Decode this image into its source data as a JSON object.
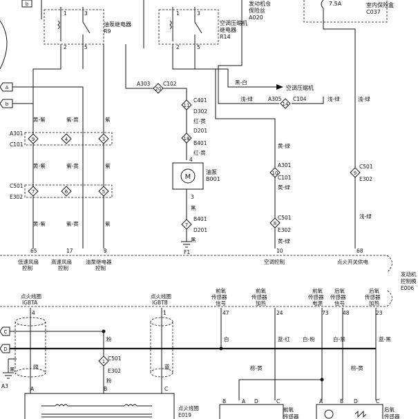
{
  "relays": [
    {
      "name": "油泵继电器",
      "id": "R9",
      "pins": [
        "1",
        "3",
        "2",
        "5"
      ]
    },
    {
      "name_lines": [
        "空调压缩机",
        "继电器"
      ],
      "id": "R14",
      "pins": [
        "1",
        "3",
        "2",
        "5"
      ]
    }
  ],
  "fuses": [
    {
      "name_lines": [
        "发动机仓",
        "保险丝"
      ],
      "id": "A020"
    },
    {
      "rating": "7.5A",
      "name": "室内保险盒",
      "id": "C037"
    }
  ],
  "refs": [
    "b",
    "A",
    "B",
    "C",
    "D"
  ],
  "wires": {
    "w1": "黄-紫",
    "w2": "紫-黄",
    "w3": "紫",
    "w4": "黑-白",
    "w5": "浅-绿",
    "w6": "浅-绿",
    "w7": "浅-绿",
    "w8": "红-黄",
    "w9": "红-黄",
    "w10": "黑",
    "w11": "黑",
    "w12": "黄-绿",
    "w13": "黄-绿",
    "w14": "黄-绿",
    "w15": "黄-紫",
    "w16": "紫-黄",
    "w17": "紫",
    "w18": "黄-紫",
    "w19": "紫-黄",
    "w20": "紫"
  },
  "connectors": {
    "c_a301": "A301",
    "c_c101": "C101",
    "c_c501a": "C501",
    "c_e302a": "E302",
    "c_a303": "A303",
    "c_c102": "C102",
    "c_c401": "C401",
    "c_d302": "D302",
    "c_d201a": "D201",
    "c_b401a": "B401",
    "c_b401b": "B401",
    "c_d201b": "D201",
    "c_a305": "A305",
    "c_c104": "C104",
    "c_a301b": "A301",
    "c_c101b": "C101",
    "c_c501b": "C501",
    "c_e302b": "E302",
    "c_c501c": "C501",
    "c_e302c": "E302",
    "c_c501d": "C501",
    "c_e302d": "E302"
  },
  "pins": {
    "p9": "9",
    "p4": "4",
    "p3": "3",
    "p20": "20",
    "p11": "11",
    "p18": "18",
    "p7a": "7",
    "p6": "6",
    "p5": "5",
    "p14": "14",
    "p10": "10",
    "p8": "8",
    "p9b": "9",
    "p1": "1",
    "pin4": "4",
    "pin3": "3"
  },
  "pump": {
    "name": "油泵",
    "id": "B001",
    "symbol": "M",
    "ground": "F1"
  },
  "compressor": "空调压缩机",
  "ecu_pins": [
    "65",
    "17",
    "9",
    "10",
    "68"
  ],
  "ecu_labels": [
    [
      "低速风扇",
      "控制"
    ],
    [
      "高速风扇",
      "控制"
    ],
    [
      "油泵继电器",
      "控制"
    ],
    [
      "空调控制"
    ],
    [
      "点火开关供电"
    ]
  ],
  "ecu": {
    "name_lines": [
      "发动机",
      "控制模",
      "E006"
    ]
  },
  "lower": {
    "coils": [
      {
        "lines": [
          "点火线圈",
          "IGBTA"
        ],
        "pin": "4"
      },
      {
        "lines": [
          "点火线圈",
          "IGBTB"
        ],
        "pin": "1"
      }
    ],
    "sensors": [
      {
        "lines": [
          "前氧",
          "传感器",
          "信号"
        ],
        "pin": "47"
      },
      {
        "lines": [
          "前氧",
          "传感器",
          "加热"
        ],
        "pin": "24"
      },
      {
        "lines": [
          "前氧",
          "传感器",
          "电源"
        ],
        "pin": "73"
      },
      {
        "lines": [
          "后氧",
          "传感器",
          "信号"
        ],
        "pin": "48"
      },
      {
        "lines": [
          "后氧",
          "传感器",
          "加热"
        ],
        "pin": "23"
      }
    ],
    "wires": {
      "pink": "粉",
      "pink2": "粉",
      "green": "绿",
      "black": "黑",
      "blue": "蓝",
      "white": "白",
      "blue_red": "蓝-红",
      "white_pink": "白-粉",
      "white_black": "白-黑",
      "blue_black": "蓝-黑",
      "brown_yellow": "棕-黄",
      "brown_yellow2": "棕-黄"
    },
    "conn_c501": "C501",
    "conn_e302": "E302",
    "conn_pin": "1",
    "ground": "A3",
    "coil_pack": {
      "lines": [
        "点火线圈",
        "E019"
      ],
      "pins": [
        "A",
        "B",
        "C"
      ]
    },
    "front_o2": {
      "lines": [
        "前氧",
        "传感器"
      ],
      "pins": [
        "B",
        "A",
        "D",
        "C"
      ]
    },
    "rear_o2": {
      "lines": [
        "后氧",
        "传感器"
      ],
      "pins": [
        "A",
        "B",
        "D",
        "C"
      ]
    }
  }
}
